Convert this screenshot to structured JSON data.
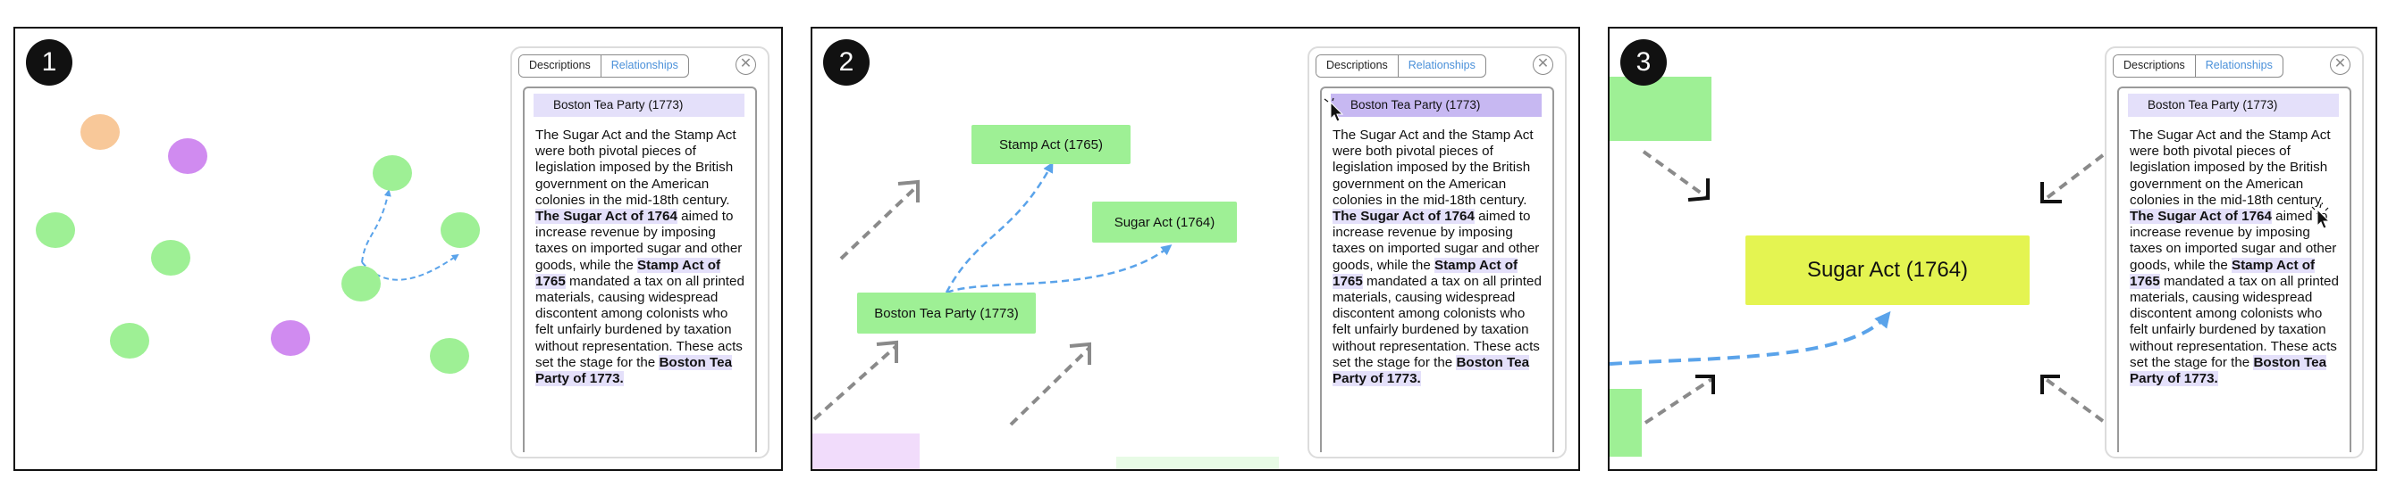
{
  "panels": [
    {
      "badge": "1"
    },
    {
      "badge": "2"
    },
    {
      "badge": "3"
    }
  ],
  "nodes": {
    "boston": "Boston Tea Party (1773)",
    "stamp": "Stamp Act (1765)",
    "sugar": "Sugar Act (1764)"
  },
  "info_card": {
    "tab_descriptions": "Descriptions",
    "tab_relationships": "Relationships",
    "close_symbol": "✕",
    "title": "Boston Tea Party (1773)",
    "text_1": "The Sugar Act and the Stamp Act were both pivotal pieces of legislation imposed by the British government on the American colonies in the mid-18th century. ",
    "highlight_1": "The Sugar Act of 1764",
    "text_2": " aimed to increase revenue by imposing taxes on imported sugar and other goods, while the ",
    "highlight_2": "Stamp Act of 1765",
    "text_3": " mandated a tax on all printed materials, causing widespread discontent among colonists who felt unfairly burdened by taxation without representation. These acts set the stage for the ",
    "highlight_3": "Boston Tea Party of 1773."
  },
  "colors": {
    "node_green": "#9ef095",
    "node_purple": "#d08bf0",
    "node_orange": "#f8c899",
    "node_yellow": "#e4f451",
    "edge_blue": "#5aa3ea",
    "highlight": "#e4e0fa",
    "title_selected": "#c7b8f2"
  }
}
